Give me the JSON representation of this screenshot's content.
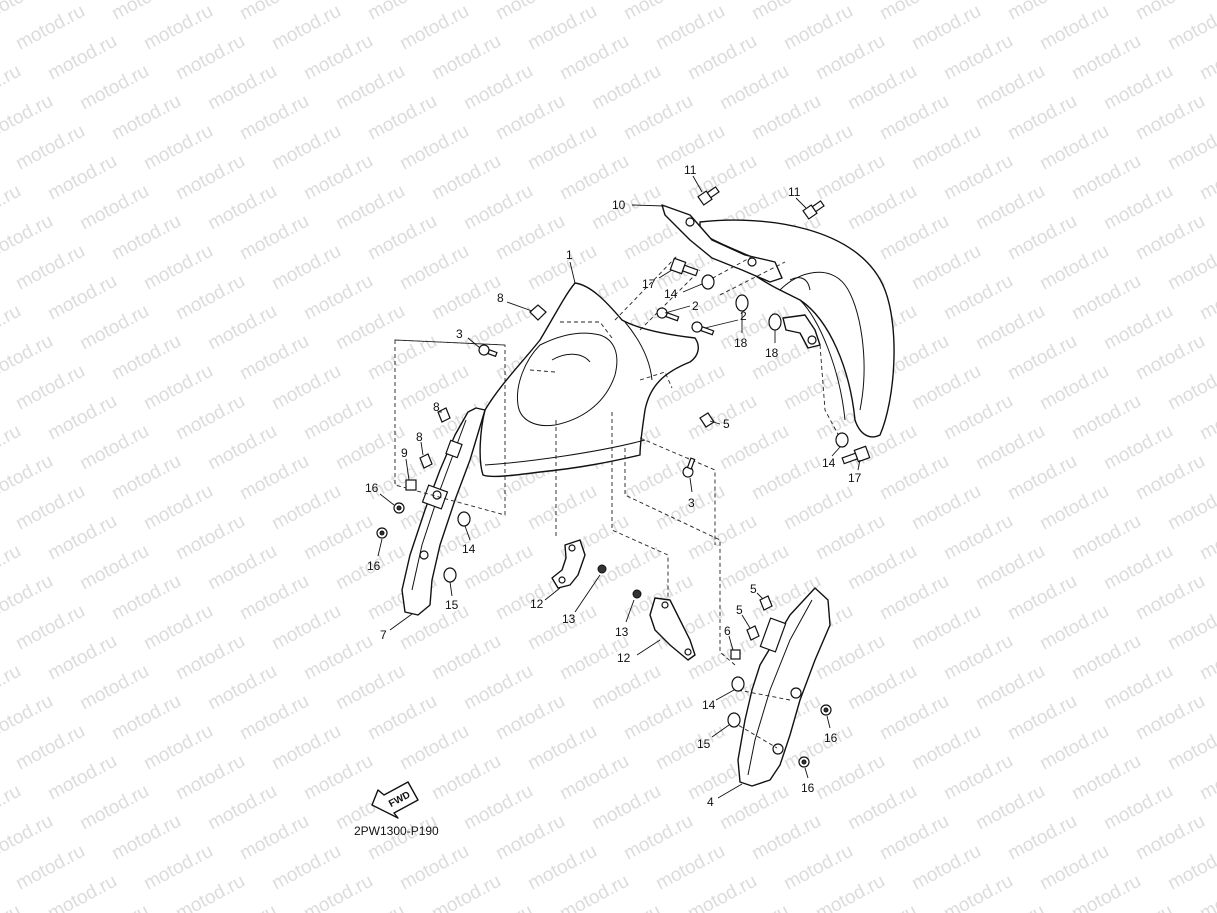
{
  "diagram_code": "2PW1300-P190",
  "fwd_label": "FWD",
  "watermark_text": "motod.ru",
  "callouts": [
    {
      "id": "c1",
      "label": "1"
    },
    {
      "id": "c2a",
      "label": "2"
    },
    {
      "id": "c2b",
      "label": "2"
    },
    {
      "id": "c3a",
      "label": "3"
    },
    {
      "id": "c3b",
      "label": "3"
    },
    {
      "id": "c4",
      "label": "4"
    },
    {
      "id": "c5a",
      "label": "5"
    },
    {
      "id": "c5b",
      "label": "5"
    },
    {
      "id": "c5c",
      "label": "5"
    },
    {
      "id": "c6",
      "label": "6"
    },
    {
      "id": "c7",
      "label": "7"
    },
    {
      "id": "c8a",
      "label": "8"
    },
    {
      "id": "c8b",
      "label": "8"
    },
    {
      "id": "c8c",
      "label": "8"
    },
    {
      "id": "c9",
      "label": "9"
    },
    {
      "id": "c10",
      "label": "10"
    },
    {
      "id": "c11a",
      "label": "11"
    },
    {
      "id": "c11b",
      "label": "11"
    },
    {
      "id": "c12a",
      "label": "12"
    },
    {
      "id": "c12b",
      "label": "12"
    },
    {
      "id": "c13a",
      "label": "13"
    },
    {
      "id": "c13b",
      "label": "13"
    },
    {
      "id": "c14a",
      "label": "14"
    },
    {
      "id": "c14b",
      "label": "14"
    },
    {
      "id": "c14c",
      "label": "14"
    },
    {
      "id": "c14d",
      "label": "14"
    },
    {
      "id": "c15a",
      "label": "15"
    },
    {
      "id": "c15b",
      "label": "15"
    },
    {
      "id": "c16a",
      "label": "16"
    },
    {
      "id": "c16b",
      "label": "16"
    },
    {
      "id": "c16c",
      "label": "16"
    },
    {
      "id": "c16d",
      "label": "16"
    },
    {
      "id": "c17a",
      "label": "17"
    },
    {
      "id": "c17b",
      "label": "17"
    },
    {
      "id": "c18a",
      "label": "18"
    },
    {
      "id": "c18b",
      "label": "18"
    }
  ]
}
